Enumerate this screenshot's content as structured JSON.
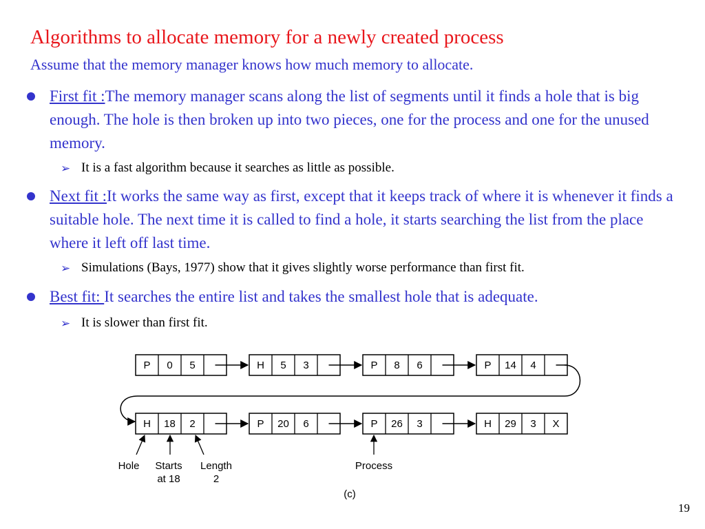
{
  "slide": {
    "title": "Algorithms to allocate memory for a newly created process",
    "subtitle": "Assume that the memory manager knows how much memory to allocate.",
    "page_number": "19"
  },
  "bullets": [
    {
      "term": "First fit :",
      "text": "The memory manager scans along the list of segments until it finds a hole that is big enough. The hole is then broken up into two pieces, one for the process and one for the unused memory.",
      "sub": "It is a fast algorithm because it searches as little as possible."
    },
    {
      "term": "Next fit :",
      "text": "It works the same way as first, except that it keeps track of where it is whenever it finds a suitable hole. The next time it is called to find a hole, it starts searching the list from the place where it left off last time.",
      "sub": "Simulations (Bays, 1977) show that it gives slightly worse performance than first fit."
    },
    {
      "term": "Best fit: ",
      "text": "It searches the entire list and takes the smallest hole that is adequate.",
      "sub": "It is slower than first fit."
    }
  ],
  "figure": {
    "rows": [
      [
        [
          "P",
          "0",
          "5"
        ],
        [
          "H",
          "5",
          "3"
        ],
        [
          "P",
          "8",
          "6"
        ],
        [
          "P",
          "14",
          "4"
        ]
      ],
      [
        [
          "H",
          "18",
          "2"
        ],
        [
          "P",
          "20",
          "6"
        ],
        [
          "P",
          "26",
          "3"
        ],
        [
          "H",
          "29",
          "3"
        ]
      ]
    ],
    "terminator": "X",
    "labels": {
      "hole": "Hole",
      "starts_line1": "Starts",
      "starts_line2": "at 18",
      "length_line1": "Length",
      "length_line2": "2",
      "process": "Process",
      "caption": "(c)"
    }
  }
}
